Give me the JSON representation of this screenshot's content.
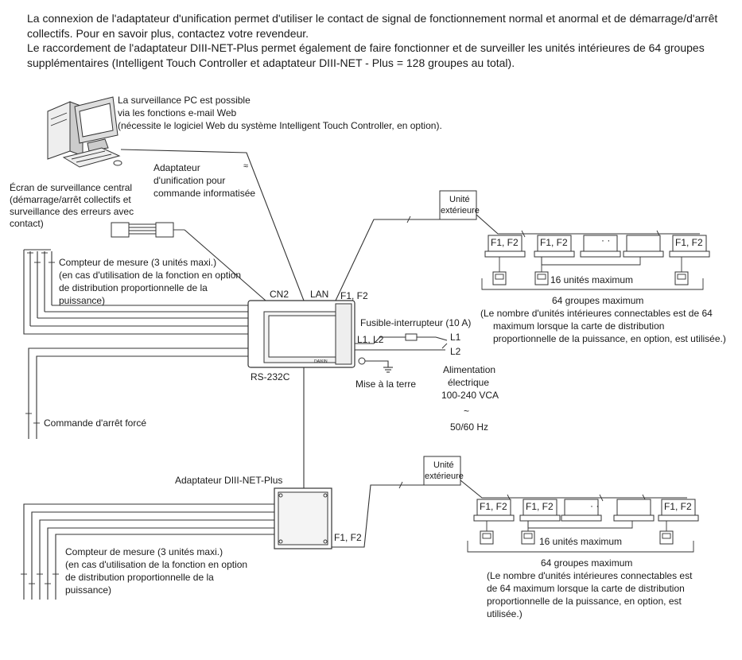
{
  "intro": [
    "La connexion de l'adaptateur d'unification permet d'utiliser le contact de signal de fonctionnement normal et anormal et de démarrage/d'arrêt collectifs. Pour en savoir plus, contactez votre revendeur.",
    "Le raccordement de l'adaptateur DIII-NET-Plus permet également de faire fonctionner et de surveiller les unités intérieures de 64 groupes supplémentaires (Intelligent Touch Controller et adaptateur DIII-NET - Plus = 128 groupes au total)."
  ],
  "pc_note": [
    "La surveillance PC est possible",
    "via les fonctions e-mail Web",
    "(nécessite le logiciel Web du système Intelligent Touch Controller, en option)."
  ],
  "unification_adapter": [
    "Adaptateur",
    "d'unification pour",
    "commande informatisée"
  ],
  "central_screen": [
    "Écran de surveillance central",
    "(démarrage/arrêt collectifs et",
    "surveillance des erreurs avec",
    "contact)"
  ],
  "meter_top": [
    "Compteur de mesure (3 unités maxi.)",
    "(en cas d'utilisation de la fonction en option",
    "de distribution proportionnelle de la",
    "puissance)"
  ],
  "controller": {
    "cn2": "CN2",
    "lan": "LAN",
    "f1f2": "F1, F2",
    "l1l2": "L1, L2",
    "rs232c": "RS-232C",
    "brand": "DAIKIN"
  },
  "fuse": "Fusible-interrupteur (10 A)",
  "l1": "L1",
  "l2": "L2",
  "earth": "Mise à la terre",
  "power": [
    "Alimentation",
    "électrique",
    "100-240 VCA",
    "~",
    "50/60 Hz"
  ],
  "forced_stop": "Commande d'arrêt forcé",
  "top_group": {
    "outdoor": [
      "Unité",
      "extérieure"
    ],
    "unit_label": "F1, F2",
    "dots": "· ·",
    "max16": "16 unités maximum",
    "groups": "64 groupes maximum",
    "note": [
      "(Le nombre d'unités intérieures connectables est de 64",
      "maximum lorsque la carte de distribution",
      "proportionnelle de la puissance, en option, est utilisée.)"
    ]
  },
  "diii_adapter": "Adaptateur DIII-NET-Plus",
  "diii_f1f2": "F1, F2",
  "meter_bottom": [
    "Compteur de mesure (3 unités maxi.)",
    "(en cas d'utilisation de la fonction en option",
    "de distribution proportionnelle de la",
    "puissance)"
  ],
  "bottom_group": {
    "outdoor": [
      "Unité",
      "extérieure"
    ],
    "unit_label": "F1, F2",
    "dots": "· ·",
    "max16": "16 unités maximum",
    "groups": "64 groupes maximum",
    "note": [
      "(Le nombre d'unités intérieures connectables est",
      "de 64 maximum lorsque la carte de distribution",
      "proportionnelle de la puissance, en option, est",
      "utilisée.)"
    ]
  }
}
